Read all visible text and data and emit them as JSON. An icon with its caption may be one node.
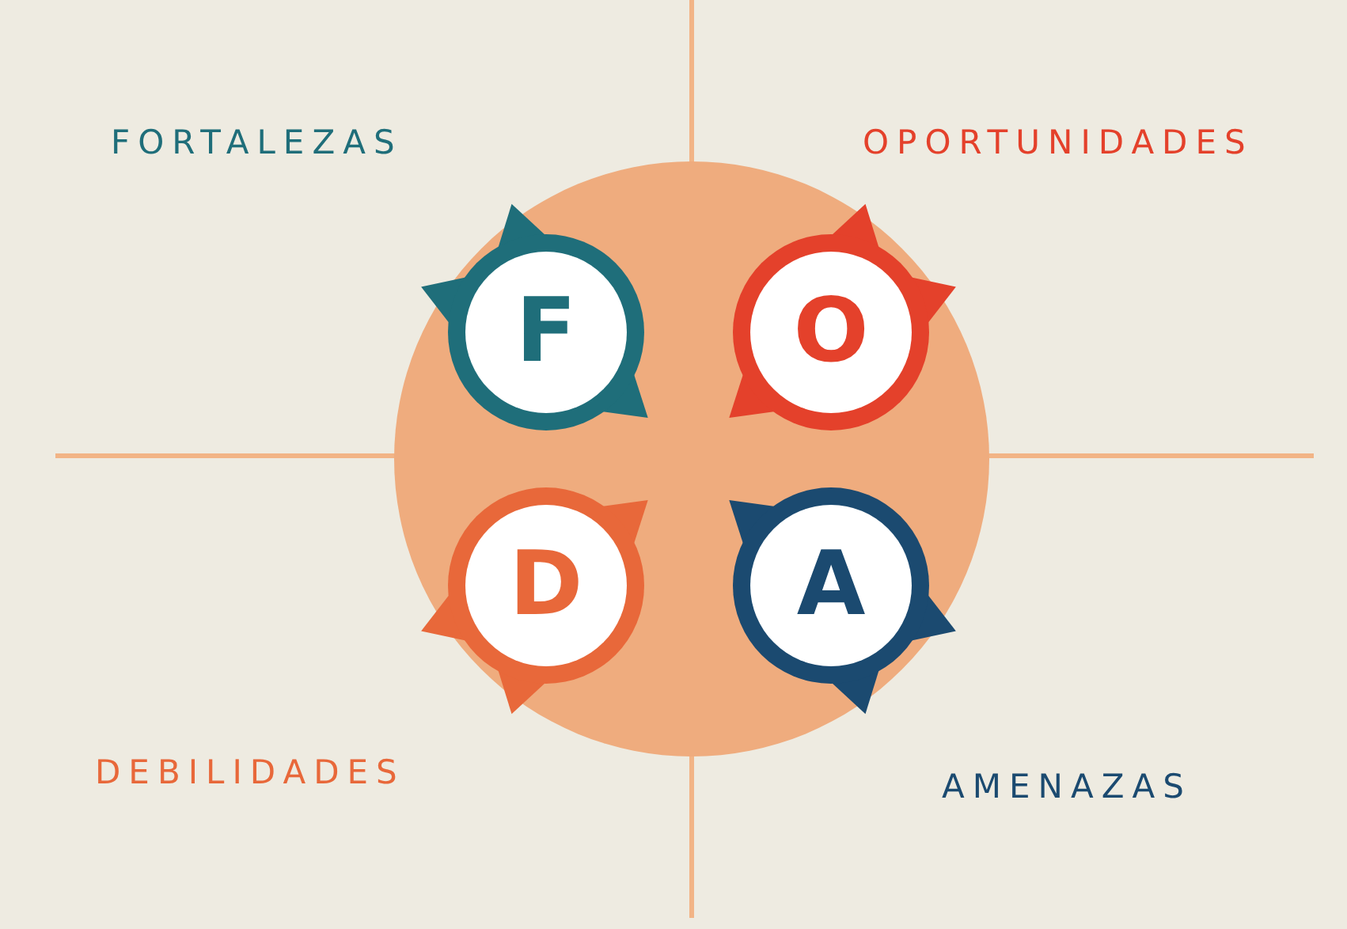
{
  "diagram": {
    "nodes": [
      {
        "text": [
          "F"
        ],
        "beside": [
          "FORTALEZAS"
        ]
      },
      {
        "text": [
          "O"
        ],
        "beside": [
          "OPORTUNIDADES"
        ]
      },
      {
        "text": [
          "D"
        ],
        "beside": [
          "DEBILIDADES"
        ]
      },
      {
        "text": [
          "A"
        ],
        "beside": [
          "AMENAZAS"
        ]
      }
    ]
  }
}
